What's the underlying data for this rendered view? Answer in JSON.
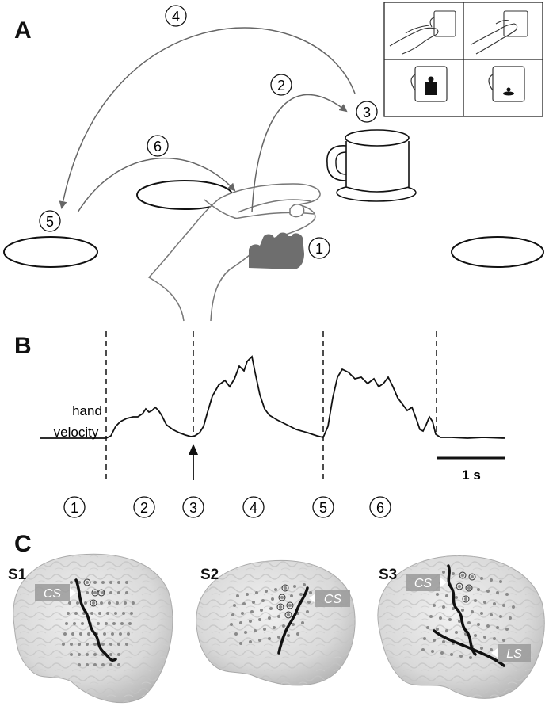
{
  "panels": {
    "a": {
      "label": "A"
    },
    "b": {
      "label": "B"
    },
    "c": {
      "label": "C"
    }
  },
  "panel_a": {
    "steps": [
      "1",
      "2",
      "3",
      "4",
      "5",
      "6"
    ]
  },
  "panel_b": {
    "trace_label_line1": "hand",
    "trace_label_line2": "velocity",
    "scale_bar_label": "1 s",
    "phase_numbers": [
      "1",
      "2",
      "3",
      "4",
      "5",
      "6"
    ]
  },
  "panel_c": {
    "subjects": [
      "S1",
      "S2",
      "S3"
    ],
    "sulcus_labels": {
      "cs": "CS",
      "ls": "LS"
    }
  }
}
